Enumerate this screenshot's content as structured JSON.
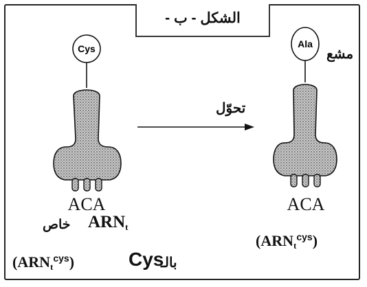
{
  "figure": {
    "title": "الشكل - ب -",
    "transform_label": "تحوّل",
    "radioactive_label": "مشع"
  },
  "left_trna": {
    "amino_acid": "Cys",
    "anticodon": "ACA",
    "name_main": "ARN",
    "name_sub": "t",
    "specific_label": "خاص",
    "bound_prefix": "بالـ",
    "bound_amino": "Cys",
    "paren_open": "(ARN",
    "paren_sub": "t",
    "paren_sup": "cys",
    "paren_close": ")"
  },
  "right_trna": {
    "amino_acid": "Ala",
    "anticodon": "ACA",
    "paren_open": "(ARN",
    "paren_sub": "t",
    "paren_sup": "cys",
    "paren_close": ")"
  },
  "colors": {
    "ink": "#111111",
    "body_fill": "#b8b8b8"
  }
}
